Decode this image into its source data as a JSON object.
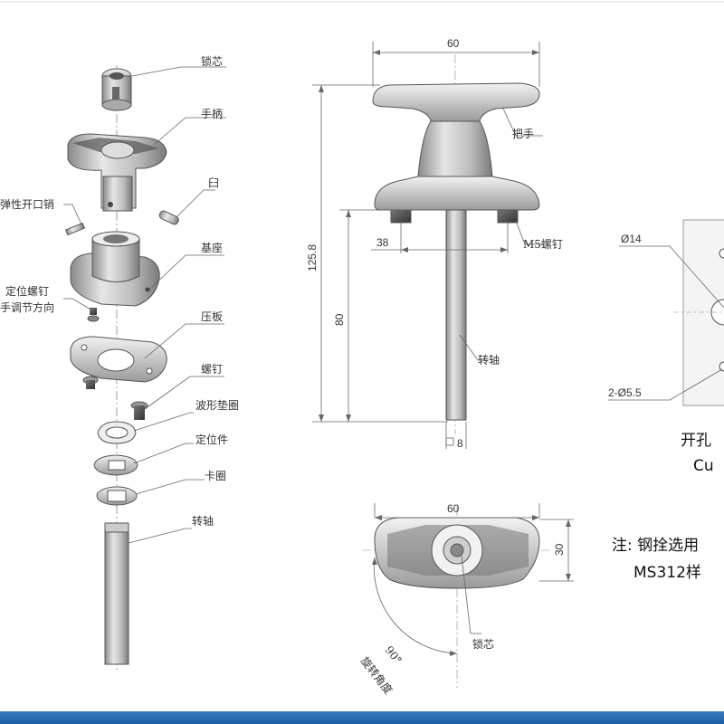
{
  "exploded_view": {
    "labels": {
      "lock_core": "锁芯",
      "handle": "手柄",
      "elastic_pin": "弹性开口销",
      "mortar": "臼",
      "base": "基座",
      "set_screw": "定位螺钉",
      "adjust_direction": "手调节方向",
      "press_plate": "压板",
      "screw": "螺钉",
      "wave_washer": "波形垫圈",
      "positioning_piece": "定位件",
      "circlip": "卡圈",
      "shaft": "转轴"
    }
  },
  "side_view": {
    "width": "60",
    "total_height": "125.8",
    "shaft_length": "80",
    "hole_spacing": "38",
    "shaft_square": "8",
    "screw_label": "M5螺钉",
    "handle_label": "把手",
    "shaft_label": "转轴"
  },
  "top_view": {
    "width": "60",
    "height": "30",
    "angle": "90°",
    "rotation_label": "旋转角度",
    "lock_core_label": "锁芯"
  },
  "cutout": {
    "hole_dia": "Ø14",
    "screw_holes": "2-Ø5.5",
    "title_cn": "开孔",
    "title_en": "Cu"
  },
  "note": {
    "line1": "注: 钢拴选用",
    "line2": "MS312样"
  },
  "colors": {
    "bottom_bar": "#1d5fa8",
    "metal": "#d8d8d8",
    "line": "#555555"
  }
}
